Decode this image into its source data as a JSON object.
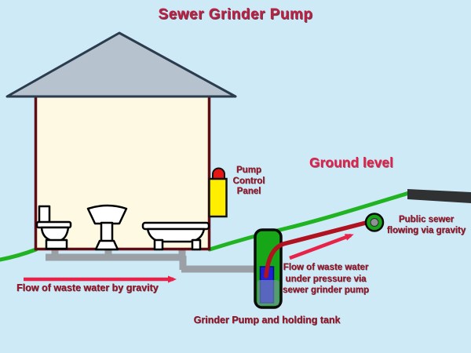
{
  "diagram": {
    "title": "Sewer Grinder Pump",
    "labels": {
      "pump_control_panel": "Pump\nControl\nPanel",
      "ground_level": "Ground level",
      "public_sewer": "Public sewer\nflowing via gravity",
      "flow_pressure": "Flow of waste water\nunder pressure via\nsewer grinder pump",
      "flow_gravity": "Flow of waste water by gravity",
      "holding_tank": "Grinder Pump and holding tank"
    },
    "colors": {
      "background": "#cdeaf6",
      "title_red": "#bb2144",
      "label_maroon": "#9a1428",
      "accent_crimson": "#e8234a",
      "ground_green": "#21b321",
      "pipe_gray": "#9aa0a6",
      "tank_green": "#17a617",
      "pump_blue": "#1f1fd6",
      "water_blue": "#7f96af",
      "house_fill": "#fdf9e2",
      "house_border": "#5e0d14",
      "roof_gray": "#b6c2cd",
      "roof_border": "#2b3c4e",
      "panel_yellow": "#ffee00",
      "alarm_red": "#e81515",
      "road_dark": "#2f3133",
      "pressure_pipe_red": "#b01220",
      "fixture_white": "#ffffff"
    }
  }
}
